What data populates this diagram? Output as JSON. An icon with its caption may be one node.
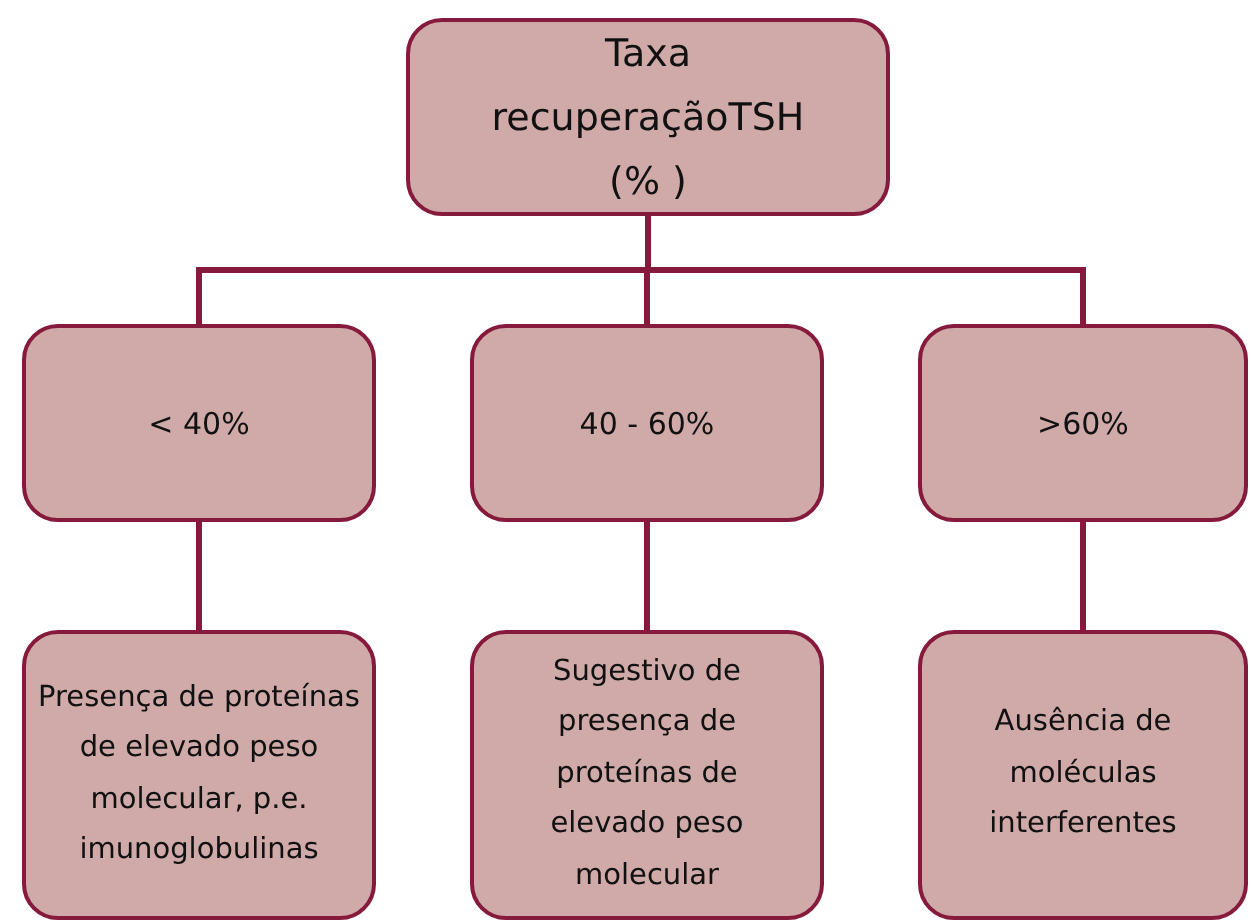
{
  "diagram": {
    "nodes": [
      {
        "text": [
          "Taxa recuperaçãoTSH (% )"
        ]
      },
      {
        "text": [
          "< 40%"
        ]
      },
      {
        "text": [
          "40 - 60%"
        ]
      },
      {
        "text": [
          ">60%"
        ]
      },
      {
        "text": [
          "Presença de proteínas de elevado peso molecular, p.e. imunoglobulinas"
        ]
      },
      {
        "text": [
          "Sugestivo de presença de proteínas de elevado peso molecular"
        ]
      },
      {
        "text": [
          "Ausência de moléculas interferentes"
        ]
      }
    ],
    "edges": [
      {
        "from": 0,
        "to": 1,
        "arrow": "none"
      },
      {
        "from": 0,
        "to": 2,
        "arrow": "none"
      },
      {
        "from": 0,
        "to": 3,
        "arrow": "none"
      },
      {
        "from": 1,
        "to": 4,
        "arrow": "none"
      },
      {
        "from": 2,
        "to": 5,
        "arrow": "none"
      },
      {
        "from": 3,
        "to": 6,
        "arrow": "none"
      }
    ]
  }
}
